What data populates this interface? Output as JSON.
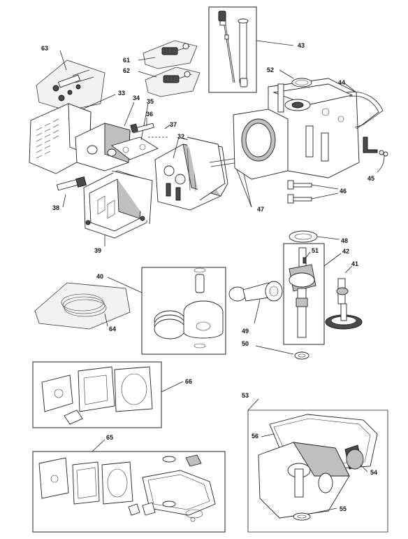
{
  "diagram": {
    "callouts": [
      {
        "id": "c63",
        "text": "63"
      },
      {
        "id": "c61",
        "text": "61"
      },
      {
        "id": "c62",
        "text": "62"
      },
      {
        "id": "c43",
        "text": "43"
      },
      {
        "id": "c52",
        "text": "52"
      },
      {
        "id": "c44",
        "text": "44"
      },
      {
        "id": "c33",
        "text": "33"
      },
      {
        "id": "c34",
        "text": "34"
      },
      {
        "id": "c35",
        "text": "35"
      },
      {
        "id": "c36",
        "text": "36"
      },
      {
        "id": "c37",
        "text": "37"
      },
      {
        "id": "c32",
        "text": "32"
      },
      {
        "id": "c45",
        "text": "45"
      },
      {
        "id": "c46",
        "text": "46"
      },
      {
        "id": "c47",
        "text": "47"
      },
      {
        "id": "c38",
        "text": "38"
      },
      {
        "id": "c39",
        "text": "39"
      },
      {
        "id": "c48",
        "text": "48"
      },
      {
        "id": "c51",
        "text": "51"
      },
      {
        "id": "c42",
        "text": "42"
      },
      {
        "id": "c41",
        "text": "41"
      },
      {
        "id": "c40",
        "text": "40"
      },
      {
        "id": "c64",
        "text": "64"
      },
      {
        "id": "c49",
        "text": "49"
      },
      {
        "id": "c50",
        "text": "50"
      },
      {
        "id": "c66",
        "text": "66"
      },
      {
        "id": "c53",
        "text": "53"
      },
      {
        "id": "c56",
        "text": "56"
      },
      {
        "id": "c54",
        "text": "54"
      },
      {
        "id": "c65",
        "text": "65"
      },
      {
        "id": "c55",
        "text": "55"
      }
    ]
  }
}
